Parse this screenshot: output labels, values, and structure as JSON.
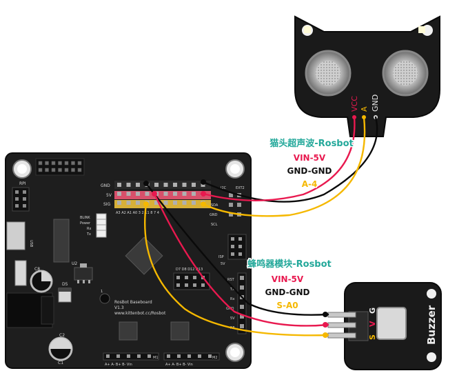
{
  "colors": {
    "board": "#1e1e1e",
    "board_edge": "#0f0f0f",
    "wire_red": "#e8194f",
    "wire_yellow": "#f5b800",
    "wire_black": "#0a0a0a",
    "caption_title": "#23a89a",
    "caption_red": "#e8194f",
    "caption_yellow": "#f5b800",
    "caption_black": "#111111"
  },
  "ultrasonic": {
    "pins": {
      "vcc": "VCC",
      "a": "A",
      "gnd": "GND"
    },
    "caption": {
      "title": "猫头超声波-Rosbot",
      "line1": "VIN-5V",
      "line2": "GND-GND",
      "line3": "A-4"
    }
  },
  "buzzer": {
    "name": "Buzzer",
    "pins": {
      "g": "G",
      "v": "V",
      "s": "S"
    },
    "caption": {
      "title": "蜂鸣器模块-Rosbot",
      "line1": "VIN-5V",
      "line2": "GND-GND",
      "line3": "S-A0"
    }
  },
  "board": {
    "silk_title": "RosBot Baseboard",
    "silk_version": "V1.3",
    "silk_url": "www.kittenbot.cc/Rosbot",
    "labels": {
      "rpi": "RPI",
      "usb": "USB",
      "c8": "C8",
      "u2": "U2",
      "d5": "D5",
      "c2": "C2",
      "c1": "C1",
      "one": "1",
      "m1": "M1",
      "m2": "M2",
      "gnd": "GND",
      "v5": "5V",
      "sig": "SIG",
      "blink": "BLINK",
      "power": "Power",
      "rx": "Rx",
      "tx": "Tx",
      "i2c": "I2C",
      "ext2": "EXT2",
      "sda": "SDA",
      "scl": "SCL",
      "isp": "ISP",
      "isp_5v": "5V",
      "rst": "RST",
      "tx_pin": "Tx",
      "rx_pin": "Rx",
      "gnd_pin": "GND",
      "v5_pin": "5V",
      "re": "RE",
      "d_labels": "D7  D8  D12 D13",
      "motor_pins_1": "A+  A-  B+  B-  Vin",
      "motor_pins_2": "A+  A-  B+  B-  Vin",
      "header_nums": "A3  A2  A1  A0   3   2   11   8   7   4"
    }
  }
}
